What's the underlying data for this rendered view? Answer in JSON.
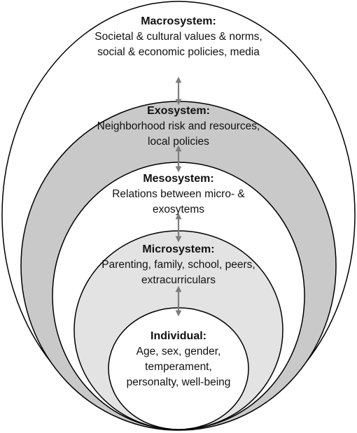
{
  "layers": [
    {
      "id": "macrosystem",
      "title": "Macrosystem:",
      "description": "Societal & cultural values & norms, social & economic policies, media",
      "fill": "#ffffff"
    },
    {
      "id": "exosystem",
      "title": "Exosystem:",
      "description": "Neighborhood risk and resources, local policies",
      "fill": "#c9c9c9"
    },
    {
      "id": "mesosystem",
      "title": "Mesosystem:",
      "description": "Relations between micro- & exosytems",
      "fill": "#ffffff"
    },
    {
      "id": "microsystem",
      "title": "Microsystem:",
      "description": "Parenting, family, school, peers, extracurriculars",
      "fill": "#e3e3e3"
    },
    {
      "id": "individual",
      "title": "Individual:",
      "description": "Age, sex, gender, temperament, personalty, well-being",
      "fill": "#ffffff"
    }
  ],
  "colors": {
    "outline": "#000000",
    "arrow": "#7d7d7d"
  }
}
